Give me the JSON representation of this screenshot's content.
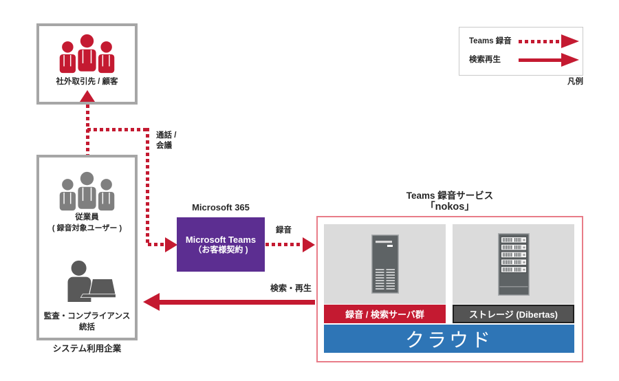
{
  "palette": {
    "red": "#C41A31",
    "purple": "#5C2E91",
    "blue": "#2E75B6",
    "box-border": "#A6A6A6",
    "panel-gray": "#DBDBDB",
    "icon-gray": "#5E6365",
    "people-gray": "#7F7F7F",
    "person-dark": "#595959",
    "storage-bg": "#545454",
    "storage-border": "#1F1F1F",
    "pink-border": "#E87C88",
    "legend-border": "#C9C9C9",
    "text": "#262626"
  },
  "external_box": {
    "label": "社外取引先 / 顧客"
  },
  "company_box": {
    "employees": "従業員",
    "employees_note": "( 録音対象ユーザー )",
    "auditor_line1": "監査・コンプライアンス",
    "auditor_line2": "統括",
    "caption": "システム利用企業"
  },
  "microsoft": {
    "platform": "Microsoft 365",
    "line1": "Microsoft Teams",
    "line2": "（お客様契約 )"
  },
  "flows": {
    "call_line1": "通話 /",
    "call_line2": "会議",
    "record": "録音",
    "search": "検索・再生"
  },
  "nokos": {
    "title_line1": "Teams 録音サービス",
    "title_line2": "「nokos」",
    "server_label": "録音 / 検索サーバ群",
    "storage_label": "ストレージ (Dibertas)",
    "cloud_label": "クラウド"
  },
  "legend": {
    "teams_record": "Teams 録音",
    "search_play": "検索再生",
    "caption": "凡例"
  }
}
